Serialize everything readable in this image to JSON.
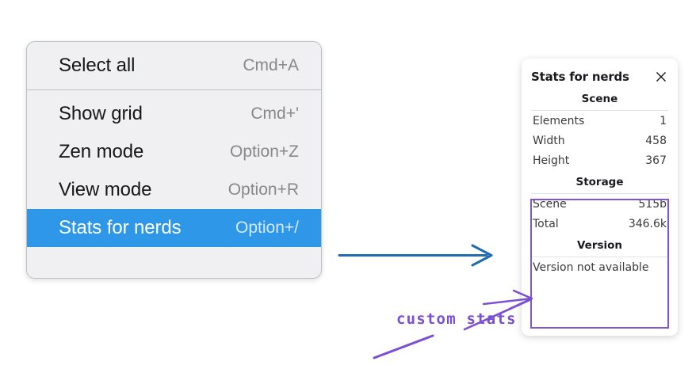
{
  "context_menu": {
    "name": "canvas-context-menu",
    "groups": [
      {
        "items": [
          {
            "label": "Select all",
            "shortcut": "Cmd+A",
            "selected": false
          }
        ]
      },
      {
        "items": [
          {
            "label": "Show grid",
            "shortcut": "Cmd+'",
            "selected": false
          },
          {
            "label": "Zen mode",
            "shortcut": "Option+Z",
            "selected": false
          },
          {
            "label": "View mode",
            "shortcut": "Option+R",
            "selected": false
          },
          {
            "label": "Stats for nerds",
            "shortcut": "Option+/",
            "selected": true
          }
        ]
      }
    ],
    "highlight_color": "#2f97e8",
    "background_color": "#f0f0f2"
  },
  "stats_panel": {
    "title": "Stats for nerds",
    "close_icon": "close-icon",
    "sections": [
      {
        "heading": "Scene",
        "rows": [
          {
            "key": "Elements",
            "value": "1"
          },
          {
            "key": "Width",
            "value": "458"
          },
          {
            "key": "Height",
            "value": "367"
          }
        ]
      },
      {
        "heading": "Storage",
        "rows": [
          {
            "key": "Scene",
            "value": "515b"
          },
          {
            "key": "Total",
            "value": "346.6k"
          }
        ]
      },
      {
        "heading": "Version",
        "full_row": "Version not available"
      }
    ]
  },
  "annotations": {
    "custom_stats_label": "custom stats",
    "highlight_color": "#8054d6",
    "arrow_color": "#1f6cb0"
  }
}
